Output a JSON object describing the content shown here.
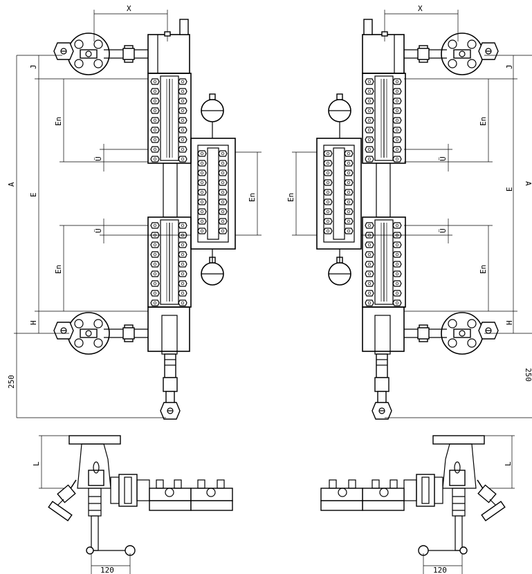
{
  "drawing": {
    "labels": {
      "x": "X",
      "a": "A",
      "e": "E",
      "en": "En",
      "u": "Ü",
      "j": "J",
      "h": "H",
      "d250": "250",
      "l": "L",
      "d120": "120"
    }
  }
}
